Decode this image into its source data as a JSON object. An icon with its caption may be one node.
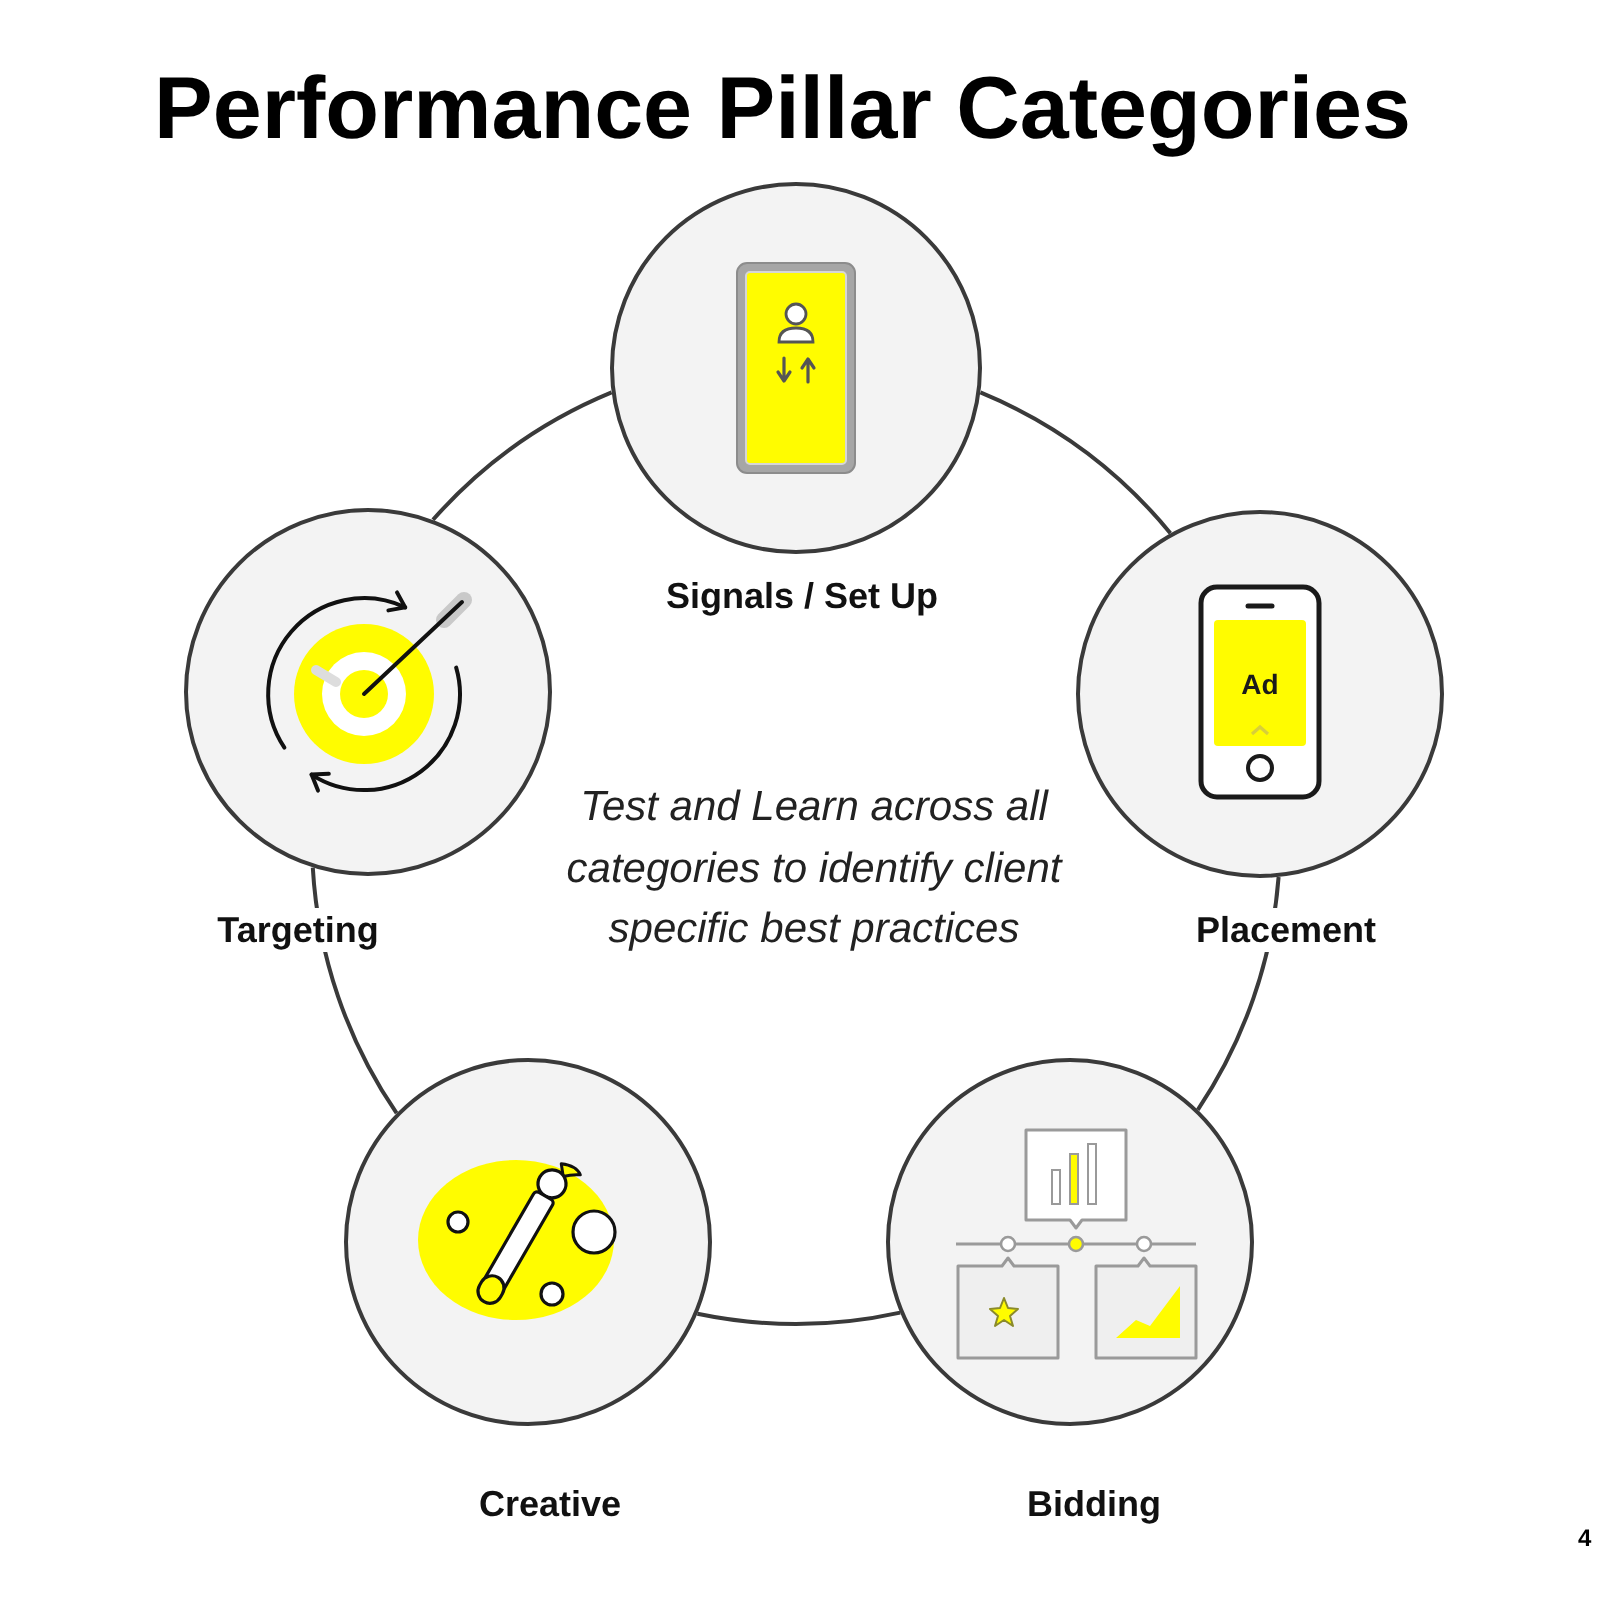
{
  "diagram": {
    "title": "Performance Pillar Categories",
    "nodes": [
      {
        "text": [
          "Signals / Set Up"
        ]
      },
      {
        "text": [
          "Targeting"
        ]
      },
      {
        "text": [
          "Placement"
        ]
      },
      {
        "text": [
          "Creative"
        ]
      },
      {
        "text": [
          "Bidding"
        ]
      }
    ],
    "edges": [
      {
        "from": 0,
        "to": 2,
        "arrow": "none"
      },
      {
        "from": 2,
        "to": 4,
        "arrow": "none"
      },
      {
        "from": 4,
        "to": 3,
        "arrow": "none"
      },
      {
        "from": 3,
        "to": 1,
        "arrow": "none"
      },
      {
        "from": 1,
        "to": 0,
        "arrow": "none"
      }
    ],
    "labels": [
      "Ad",
      "Test and Learn across all categories to identify client specific best practices",
      "4"
    ]
  }
}
